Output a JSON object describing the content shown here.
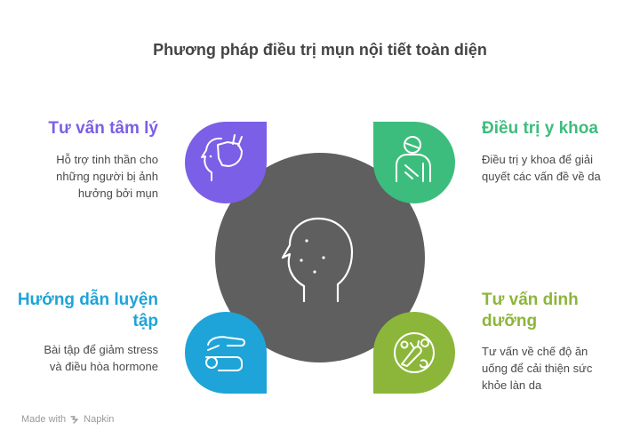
{
  "title": "Phương pháp điều trị mụn nội tiết toàn diện",
  "colors": {
    "center": "#5f5f5f",
    "purple": "#7b5fe6",
    "green": "#3dbd7d",
    "blue": "#1ea4d8",
    "olive": "#8cb63a"
  },
  "center_icon": "head-with-acne-icon",
  "sections": {
    "top_left": {
      "heading": "Tư vấn tâm lý",
      "description_lines": [
        "Hỗ trợ tinh thần cho",
        "những người bị ảnh",
        "hưởng bởi mụn"
      ],
      "icon": "head-hand-support-icon"
    },
    "top_right": {
      "heading": "Điều trị y khoa",
      "description_lines": [
        "Điều trị y khoa để giải",
        "quyết các vấn đề về da"
      ],
      "icon": "patient-bandage-icon"
    },
    "bottom_left": {
      "heading_lines": [
        "Hướng dẫn luyện",
        "tập"
      ],
      "description_lines": [
        "Bài tập để giảm stress",
        "và điều hòa hormone"
      ],
      "icon": "exercise-mat-icon"
    },
    "bottom_right": {
      "heading_lines": [
        "Tư vấn dinh",
        "dưỡng"
      ],
      "description_lines": [
        "Tư vấn về chế độ ăn",
        "uống để cải thiện sức",
        "khỏe làn da"
      ],
      "icon": "healthy-food-icon"
    }
  },
  "footer": {
    "made_with": "Made with",
    "brand": "Napkin"
  }
}
